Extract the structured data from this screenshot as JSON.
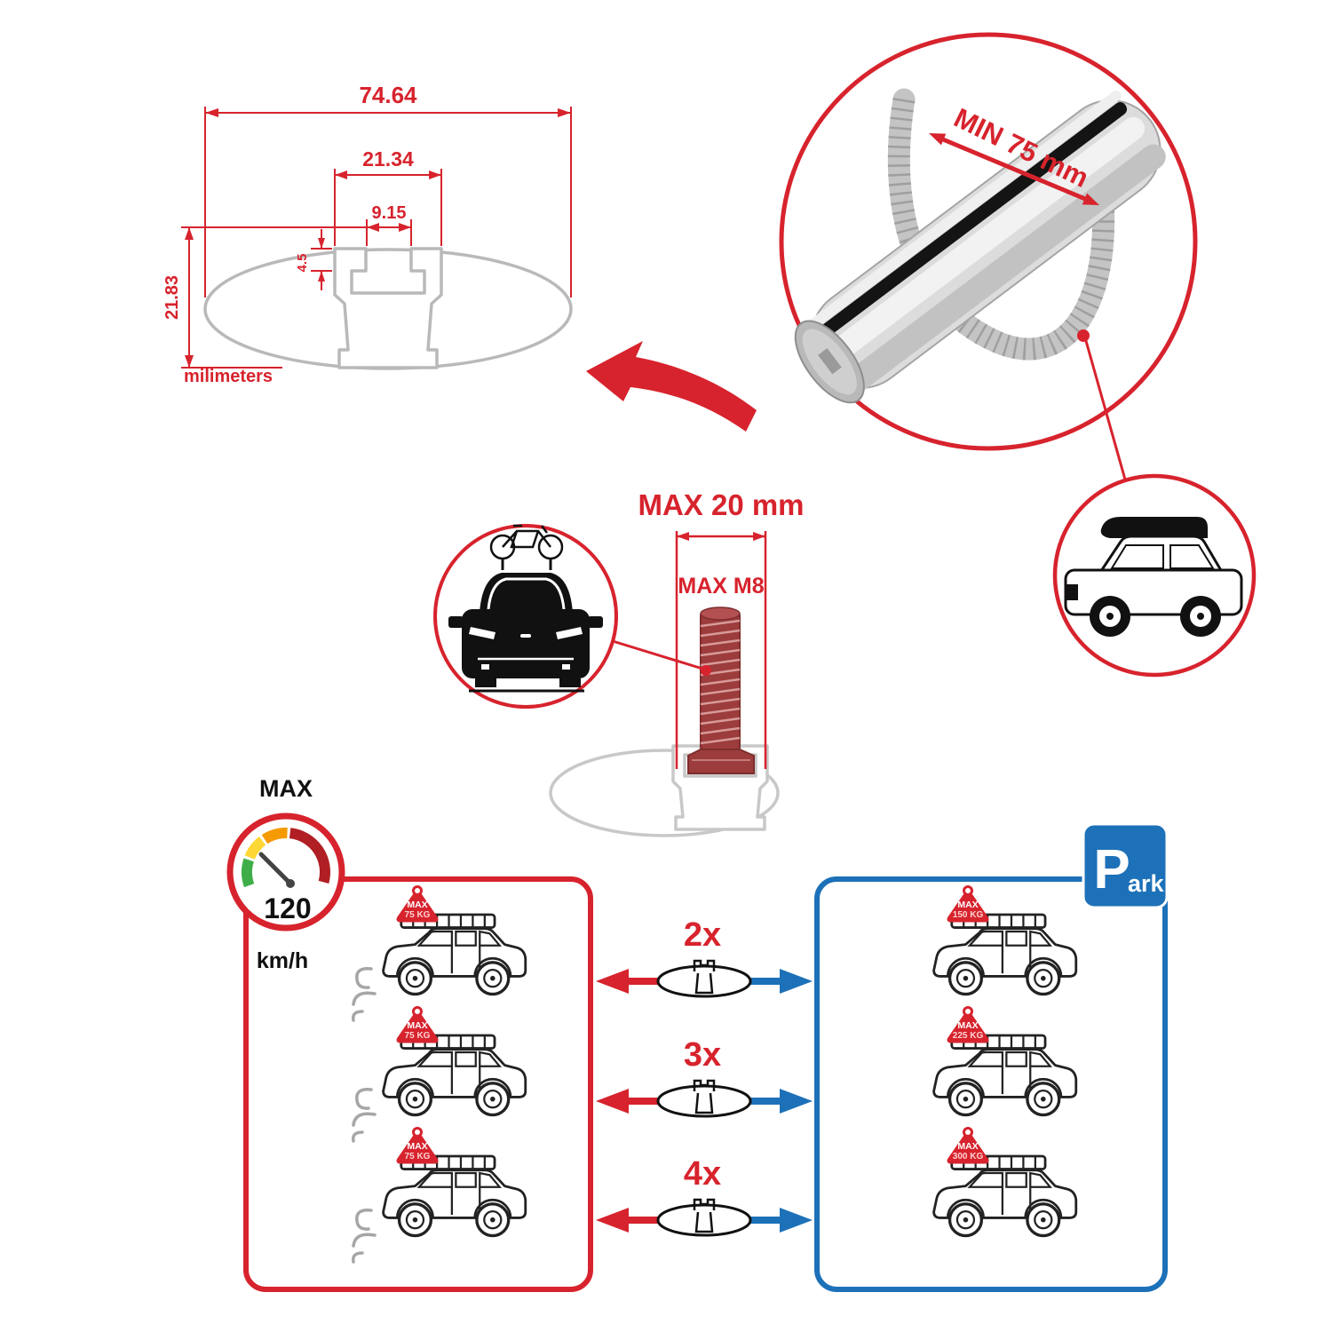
{
  "colors": {
    "red": "#d7232d",
    "blue": "#1d71b8",
    "dark": "#111111",
    "gray": "#b9b9b9"
  },
  "cross_section": {
    "width": "74.64",
    "slot_outer": "21.34",
    "slot_inner": "9.15",
    "lip": "4.5",
    "height": "21.83",
    "units": "milimeters"
  },
  "bar_detail": {
    "min_span": "MIN 75 mm"
  },
  "bolt": {
    "max_width": "MAX 20 mm",
    "max_thread": "MAX M8"
  },
  "speedometer": {
    "label": "MAX",
    "value": "120",
    "unit": "km/h"
  },
  "park_sign": {
    "letter": "P",
    "suffix": "ark"
  },
  "rows": [
    {
      "multiplier": "2x",
      "left_badge": {
        "line1": "MAX",
        "line2": "75 KG"
      },
      "right_badge": {
        "line1": "MAX",
        "line2": "150 KG"
      }
    },
    {
      "multiplier": "3x",
      "left_badge": {
        "line1": "MAX",
        "line2": "75 KG"
      },
      "right_badge": {
        "line1": "MAX",
        "line2": "225 KG"
      }
    },
    {
      "multiplier": "4x",
      "left_badge": {
        "line1": "MAX",
        "line2": "75 KG"
      },
      "right_badge": {
        "line1": "MAX",
        "line2": "300 KG"
      }
    }
  ]
}
